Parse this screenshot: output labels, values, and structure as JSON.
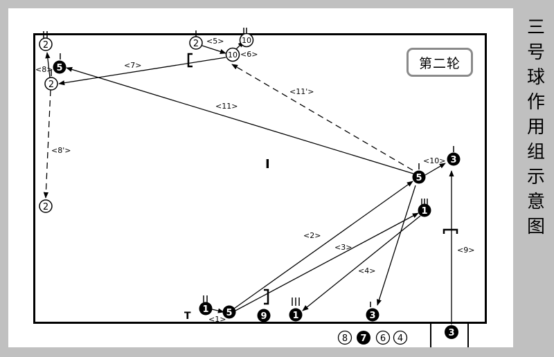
{
  "side_title": [
    "三",
    "号",
    "球",
    "作",
    "用",
    "组",
    "示",
    "意",
    "图"
  ],
  "round_label": "第二轮",
  "court_mark_T": "T",
  "court_mark_I": "I",
  "arrow_labels": {
    "a1": "<1>",
    "a2": "<2>",
    "a3": "<3>",
    "a4": "<4>",
    "a5": "<5>",
    "a6": "<6>",
    "a7": "<7>",
    "a8": "<8>",
    "a8p": "<8'>",
    "a9": "<9>",
    "a10": "<10>",
    "a11": "<11>",
    "a11p": "<11'>"
  },
  "players": {
    "p1_left": "1",
    "p5_bottom": "5",
    "p9": "9",
    "p1_mid": "1",
    "p3_bottom": "3",
    "p1_right": "1",
    "p5_right": "5",
    "p3_right": "3",
    "p3_out": "3",
    "p2_top": "2",
    "p10_top": "10",
    "p10_mid": "10",
    "p2_top_left": "2",
    "p5_left": "5",
    "p2_left": "2",
    "p2_low": "2"
  },
  "bench": [
    "8",
    "7",
    "6",
    "4"
  ]
}
